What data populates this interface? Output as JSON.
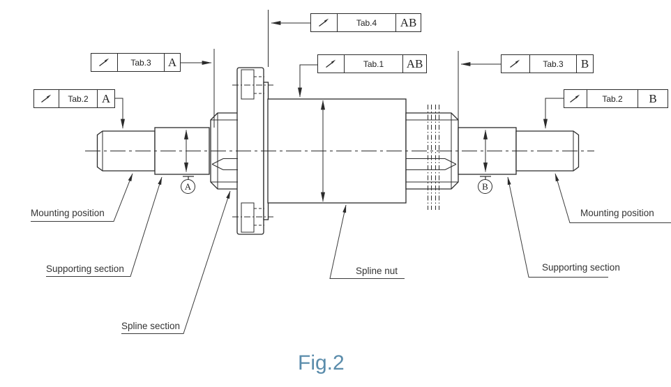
{
  "figure": {
    "caption": "Fig.2"
  },
  "colors": {
    "caption": "#5a8cab",
    "line": "#2b2b2b"
  },
  "callouts": {
    "tab4": {
      "symbol": "circular-runout",
      "tolerance": "Tab.4",
      "datum": "AB"
    },
    "tab3_left": {
      "symbol": "circular-runout",
      "tolerance": "Tab.3",
      "datum": "A"
    },
    "tab2_left": {
      "symbol": "circular-runout",
      "tolerance": "Tab.2",
      "datum": "A"
    },
    "tab1": {
      "symbol": "circular-runout",
      "tolerance": "Tab.1",
      "datum": "AB"
    },
    "tab3_right": {
      "symbol": "circular-runout",
      "tolerance": "Tab.3",
      "datum": "B"
    },
    "tab2_right": {
      "symbol": "circular-runout",
      "tolerance": "Tab.2",
      "datum": "B"
    }
  },
  "datum_symbols": {
    "left": "A",
    "right": "B"
  },
  "labels": {
    "mounting_left": "Mounting position",
    "supporting_left": "Supporting section",
    "spline_section": "Spline section",
    "spline_nut": "Spline nut",
    "supporting_right": "Supporting section",
    "mounting_right": "Mounting position"
  }
}
